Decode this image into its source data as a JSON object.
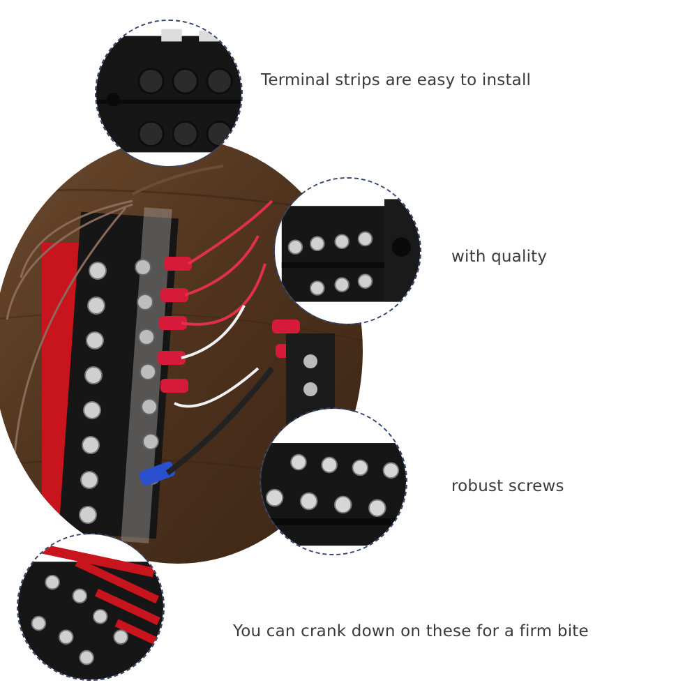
{
  "captions": {
    "install": "Terminal strips are easy to install",
    "quality": "with quality",
    "screws": "robust screws",
    "bite": "You can crank down on these for a firm bite"
  },
  "colors": {
    "dashed_border": "#33456e",
    "caption_text": "#3a3a3a",
    "plastic_black": "#161616",
    "jumper_red": "#c8141c",
    "wood_brown": "#5a3a22"
  }
}
